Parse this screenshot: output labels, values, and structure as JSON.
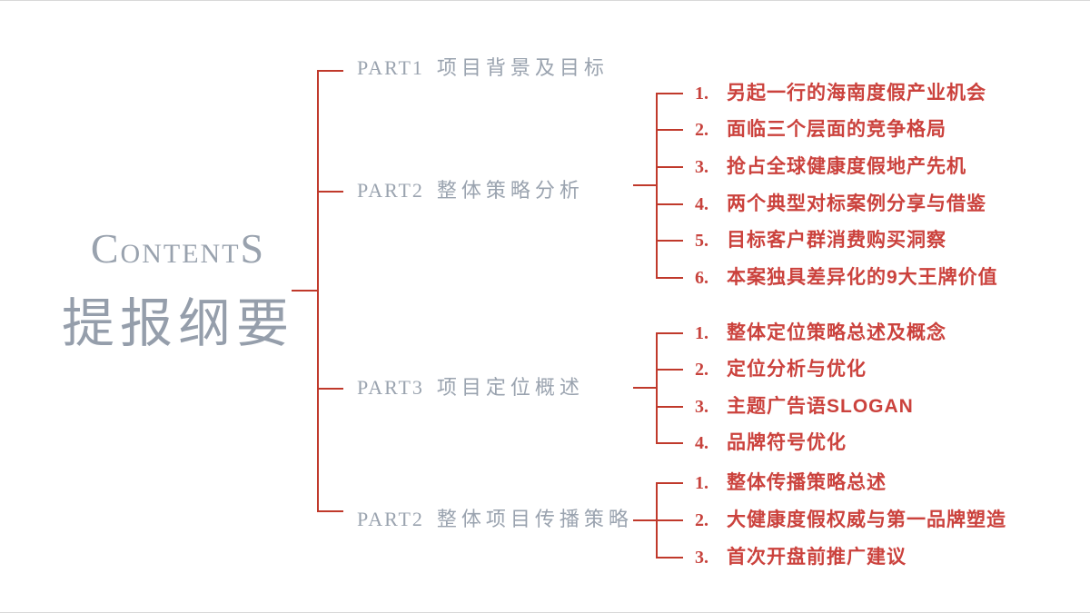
{
  "slide": {
    "title": {
      "c": "C",
      "mid": "ONTENT",
      "s": "S",
      "full": "ContentS",
      "subtitle": "提报纲要"
    },
    "colors": {
      "line_red": "#c0392b",
      "item_text_red": "#cb423d",
      "heading_gray": "#9aa3af"
    }
  },
  "parts": [
    {
      "label": "PART1",
      "title": "项目背景及目标",
      "items": []
    },
    {
      "label": "PART2",
      "title": "整体策略分析",
      "items": [
        {
          "num": "1.",
          "text": "另起一行的海南度假产业机会"
        },
        {
          "num": "2.",
          "text": "面临三个层面的竞争格局"
        },
        {
          "num": "3.",
          "text": "抢占全球健康度假地产先机"
        },
        {
          "num": "4.",
          "text": "两个典型对标案例分享与借鉴"
        },
        {
          "num": "5.",
          "text": "目标客户群消费购买洞察"
        },
        {
          "num": "6.",
          "text": "本案独具差异化的9大王牌价值"
        }
      ]
    },
    {
      "label": "PART3",
      "title": "项目定位概述",
      "items": [
        {
          "num": "1.",
          "text": "整体定位策略总述及概念"
        },
        {
          "num": "2.",
          "text": "定位分析与优化"
        },
        {
          "num": "3.",
          "text": "主题广告语SLOGAN"
        },
        {
          "num": "4.",
          "text": "品牌符号优化"
        }
      ]
    },
    {
      "label": "PART2",
      "title": "整体项目传播策略",
      "items": [
        {
          "num": "1.",
          "text": "整体传播策略总述"
        },
        {
          "num": "2.",
          "text": "大健康度假权威与第一品牌塑造"
        },
        {
          "num": "3.",
          "text": "首次开盘前推广建议"
        }
      ]
    }
  ]
}
